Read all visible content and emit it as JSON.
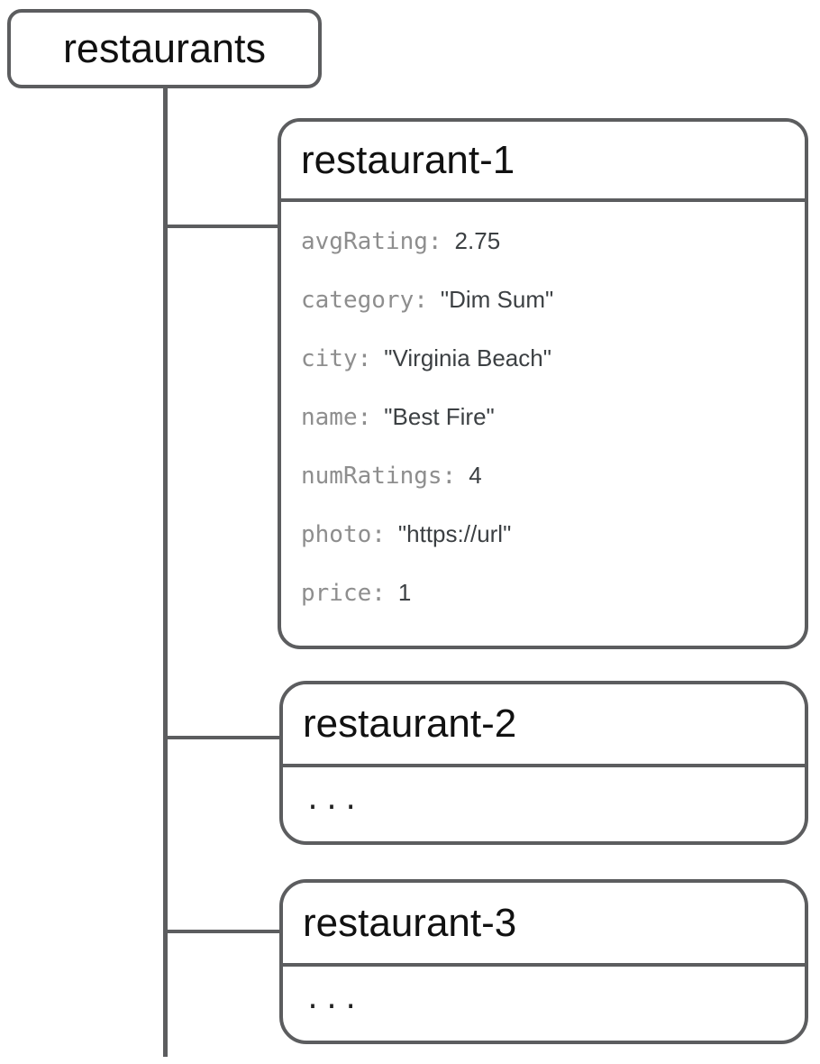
{
  "diagram": {
    "root": {
      "label": "restaurants"
    },
    "documents": [
      {
        "title": "restaurant-1",
        "fields": [
          {
            "key": "avgRating:",
            "value": "2.75"
          },
          {
            "key": "category:",
            "value": "\"Dim Sum\""
          },
          {
            "key": "city:",
            "value": "\"Virginia Beach\""
          },
          {
            "key": "name:",
            "value": "\"Best Fire\""
          },
          {
            "key": "numRatings:",
            "value": "4"
          },
          {
            "key": "photo:",
            "value": "\"https://url\""
          },
          {
            "key": "price:",
            "value": "1"
          }
        ]
      },
      {
        "title": "restaurant-2",
        "body": "..."
      },
      {
        "title": "restaurant-3",
        "body": "..."
      }
    ],
    "colors": {
      "line": "#5c5d5f",
      "title_text": "#111111",
      "key_text": "#8e8e8e",
      "value_text": "#3c4043",
      "background": "#ffffff"
    }
  }
}
